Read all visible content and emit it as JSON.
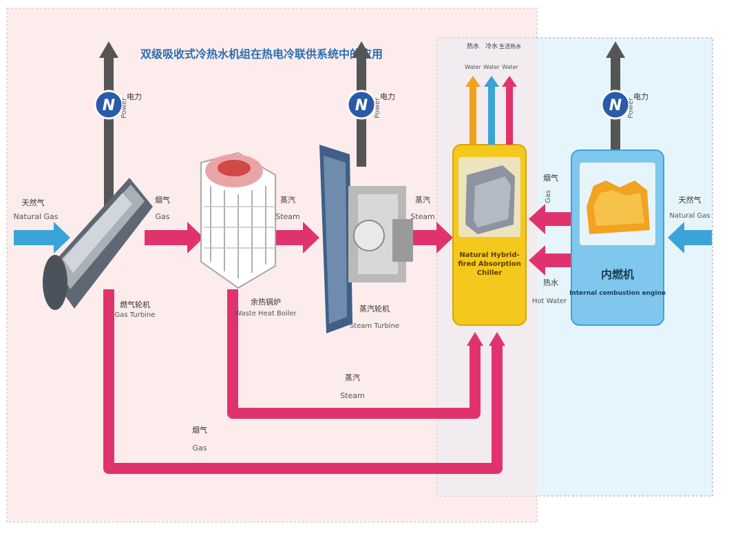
{
  "title": "双级吸收式冷热水机组在热电冷联供系统中的应用",
  "labels": {
    "natural_gas_left": {
      "zh": "天然气",
      "en": "Natural Gas"
    },
    "natural_gas_right": {
      "zh": "天然气",
      "en": "Natural Gas"
    },
    "power": {
      "zh": "电力",
      "en": "Power"
    },
    "gas_1": {
      "zh": "烟气",
      "en": "Gas"
    },
    "steam_1": {
      "zh": "蒸汽",
      "en": "Steam"
    },
    "steam_2": {
      "zh": "蒸汽",
      "en": "Steam"
    },
    "gas_right": {
      "zh": "烟气",
      "en": "Gas"
    },
    "hot_water_right": {
      "zh": "热水",
      "en": "Hot Water"
    },
    "steam_bottom": {
      "zh": "蒸汽",
      "en": "Steam"
    },
    "gas_bottom": {
      "zh": "烟气",
      "en": "Gas"
    },
    "gas_turbine": {
      "zh": "燃气轮机",
      "en": "Gas Turbine"
    },
    "waste_heat_boiler": {
      "zh": "余热锅炉",
      "en": "Waste Heat Boiler"
    },
    "steam_turbine": {
      "zh": "蒸汽轮机",
      "en": "Steam Turbine"
    },
    "chiller": "Natural Hybrid-fired Absorption Chiller",
    "ice_zh": "内燃机",
    "ice_en": "Internal combustion engine",
    "out_hot": {
      "zh": "热水",
      "en": "Water"
    },
    "out_cold": {
      "zh": "冷水",
      "en": "Water"
    },
    "out_domestic": {
      "zh": "生活热水",
      "en": "Water"
    },
    "n_symbol": "N"
  },
  "colors": {
    "gas_flow": "#e0336d",
    "natural_gas": "#3aa3d8",
    "power_arrow": "#555555",
    "hot_water_out": "#f0a21a",
    "cold_water_out": "#3aa3d8",
    "left_panel": "#fcecec",
    "right_panel": "#e6f4fb",
    "chiller_box": "#f4c81c",
    "engine_box": "#7fc7ec"
  }
}
